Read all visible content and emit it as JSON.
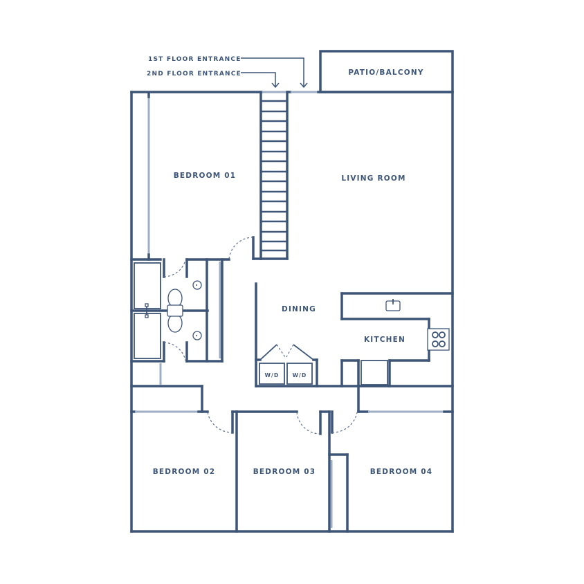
{
  "plan": {
    "theme": {
      "wall_color": "#3d5577",
      "window_color": "#9eaec4",
      "background": "#ffffff"
    },
    "entrances": {
      "first_floor": "1ST FLOOR ENTRANCE",
      "second_floor": "2ND FLOOR ENTRANCE"
    },
    "rooms": {
      "patio": "PATIO/BALCONY",
      "bedroom_01": "BEDROOM 01",
      "living_room": "LIVING ROOM",
      "dining": "DINING",
      "kitchen": "KITCHEN",
      "bedroom_02": "BEDROOM 02",
      "bedroom_03": "BEDROOM 03",
      "bedroom_04": "BEDROOM 04"
    },
    "appliances": {
      "washer_dryer_1": "W/D",
      "washer_dryer_2": "W/D"
    }
  }
}
